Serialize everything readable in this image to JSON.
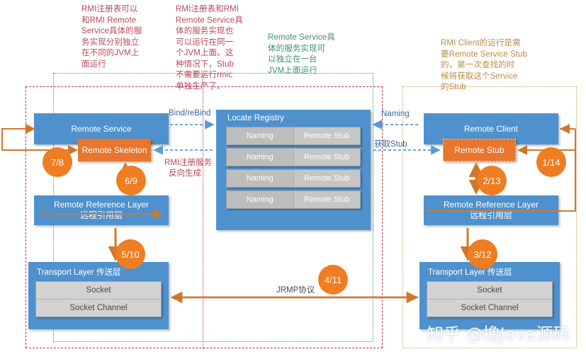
{
  "notes": {
    "registry_independent": "RMI注册表可以\n和RMI Remote\nService具体的服\n务实现分别独立\n在不同的JVM上\n面运行",
    "same_jvm": "RMI注册表和RMI\nRemote Service具\n体的服务实现也\n可以运行在同一\n个JVM上面。这\n种情况下，Stub\n不需要运行rmic\n单独生产了。",
    "service_own_jvm": "Remote Service具\n体的服务实现可\n以独立在一台\nJVM上面运行",
    "client_needs_stub": "RMI Client的运行是需\n要Remote Service Stub\n的，第一次查找的时\n候将获取这个Service\n的Stub"
  },
  "server": {
    "remote_service": "Remote Service",
    "remote_skeleton": "Remote Skeleton",
    "reference_layer_en": "Remote Reference Layer",
    "reference_layer_cn": "远程引用层",
    "transport_title": "Transport Layer 传送层",
    "socket": "Socket",
    "socket_channel": "Socket Channel"
  },
  "registry": {
    "title": "Locate Registry",
    "rows": [
      {
        "naming": "Naming",
        "stub": "Remote Stub"
      },
      {
        "naming": "Naming",
        "stub": "Remote Stub"
      },
      {
        "naming": "Naming",
        "stub": "Remote Stub"
      },
      {
        "naming": "Naming",
        "stub": "Remote Stub"
      }
    ]
  },
  "client": {
    "remote_client": "Remote Client",
    "remote_stub": "Remote Stub",
    "reference_layer_en": "Remote Reference Layer",
    "reference_layer_cn": "远程引用层",
    "transport_title": "Transport Layer 传送层",
    "socket": "Socket",
    "socket_channel": "Socket Channel"
  },
  "connectors": {
    "bind_rebind": "Bind/reBind",
    "rmi_reverse_1": "RMI注册服务",
    "rmi_reverse_2": "反向生成",
    "naming": "Naming",
    "get_stub": "获取Stub",
    "jrmp": "JRMP协议"
  },
  "steps": {
    "server_skeleton": "7/8",
    "server_ref": "6/9",
    "server_transport": "5/10",
    "network": "4/11",
    "client_transport": "3/12",
    "client_ref": "2/13",
    "client_stub": "1/14"
  },
  "watermark": "知乎 @撸Java源码",
  "colors": {
    "blue": "#4f91cd",
    "orange": "#e8762c",
    "circle_orange": "#ef7d22",
    "green_border": "#34a06d",
    "red_border": "#c0304c",
    "orange_border": "#d9a15b",
    "grey_cell": "#c6c6c6"
  }
}
